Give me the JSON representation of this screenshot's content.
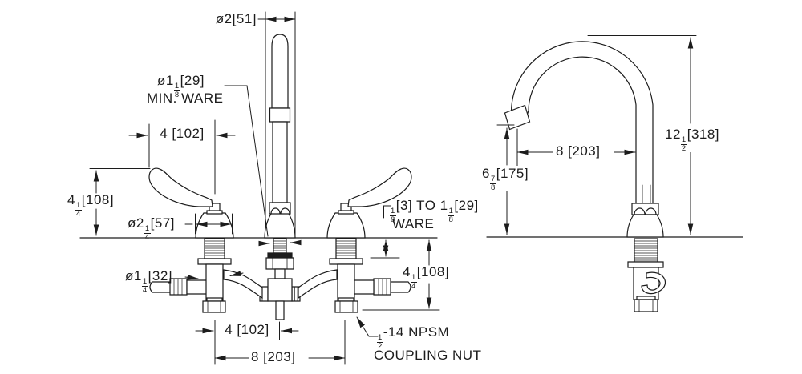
{
  "drawing": {
    "front_view": {
      "spout_escutcheon_diameter": "ø2[51]",
      "min_ware_opening": "ø1⅛[29]",
      "min_ware_caption": "MIN. WARE",
      "handle_reach": "4 [102]",
      "handle_height": "4¼[108]",
      "handle_base_diameter": "ø2¼[57]",
      "valve_shank_diameter": "ø1¼[32]",
      "ware_thickness": "⅛[3] TO 1⅛[29]",
      "ware_caption": "WARE",
      "below_deck_clearance": "4¼[108]",
      "valve_to_spout_spacing": "4 [102]",
      "valve_centers_spacing": "8 [203]",
      "coupling_nut_thread": "½-14 NPSM",
      "coupling_nut_caption": "COUPLING NUT"
    },
    "side_view": {
      "spout_reach": "8 [203]",
      "overall_height": "12½[318]",
      "outlet_height": "6⅞[175]"
    },
    "colors": {
      "line": "#1c1c1c",
      "background": "#ffffff"
    }
  }
}
